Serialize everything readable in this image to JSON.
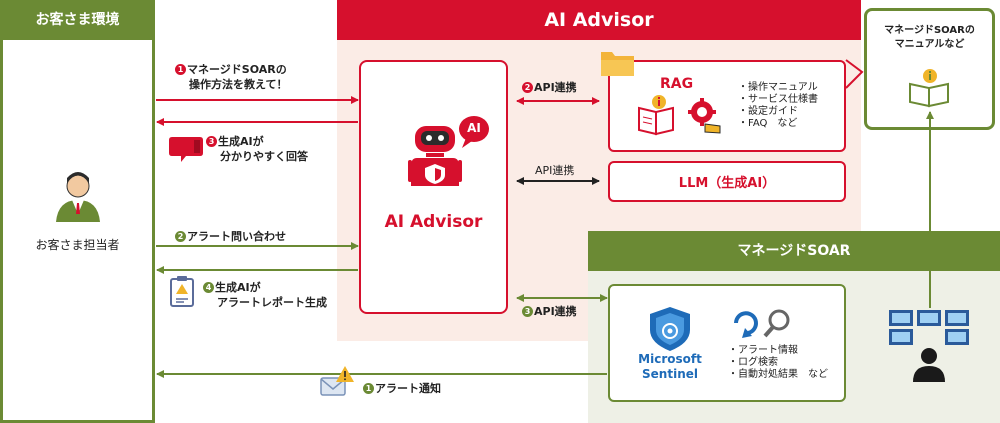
{
  "customer": {
    "header": "お客さま環境",
    "person_label": "お客さま担当者"
  },
  "advisor": {
    "header": "AI Advisor",
    "box_title": "AI Advisor",
    "bubble": "AI"
  },
  "rag": {
    "title": "RAG",
    "items": [
      "・操作マニュアル",
      "・サービス仕様書",
      "・設定ガイド",
      "・FAQ　など"
    ]
  },
  "llm": {
    "title": "LLM（生成AI）"
  },
  "soar": {
    "header": "マネージドSOAR",
    "product_line1": "Microsoft",
    "product_line2": "Sentinel",
    "items": [
      "・アラート情報",
      "・ログ検索",
      "・自動対処結果　など"
    ]
  },
  "manual": {
    "line1": "マネージドSOARの",
    "line2": "マニュアルなど"
  },
  "flows": {
    "q_num": "1",
    "q_line1": "マネージドSOARの",
    "q_line2": "操作方法を教えて！",
    "a_num": "3",
    "a_line1": "生成AIが",
    "a_line2": "分かりやすく回答",
    "alert_q_num": "2",
    "alert_q": "アラート問い合わせ",
    "report_num": "4",
    "report_line1": "生成AIが",
    "report_line2": "アラートレポート生成",
    "notify_num": "1",
    "notify": "アラート通知",
    "api1_num": "2",
    "api1": "API連携",
    "api2": "API連携",
    "api3_num": "3",
    "api3": "API連携"
  },
  "colors": {
    "red": "#d6102d",
    "green": "#6b8a34",
    "advisor_bg": "#fbece6",
    "soar_bg": "#eef0e6"
  }
}
